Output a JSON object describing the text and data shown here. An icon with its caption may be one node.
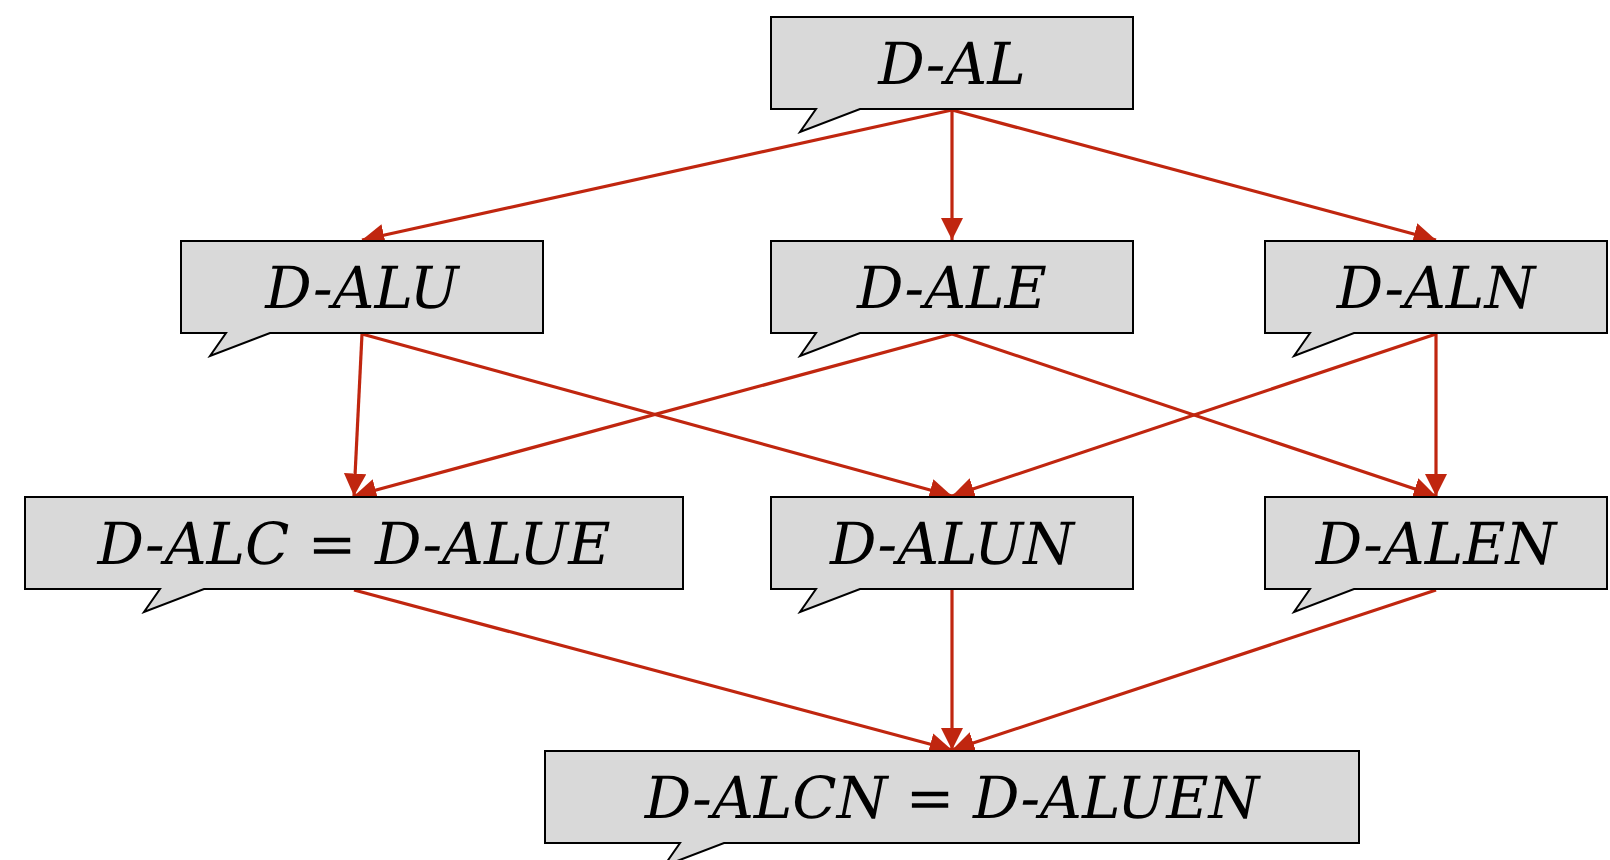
{
  "diagram": {
    "nodes": [
      {
        "text": [
          "D-AL"
        ]
      },
      {
        "text": [
          "D-ALU"
        ]
      },
      {
        "text": [
          "D-ALE"
        ]
      },
      {
        "text": [
          "D-ALN"
        ]
      },
      {
        "text": [
          "D-ALC = D-ALUE"
        ]
      },
      {
        "text": [
          "D-ALUN"
        ]
      },
      {
        "text": [
          "D-ALEN"
        ]
      },
      {
        "text": [
          "D-ALCN = D-ALUEN"
        ]
      }
    ],
    "edges": [
      {
        "from": 0,
        "to": 1,
        "arrow": "to"
      },
      {
        "from": 0,
        "to": 2,
        "arrow": "to"
      },
      {
        "from": 0,
        "to": 3,
        "arrow": "to"
      },
      {
        "from": 1,
        "to": 4,
        "arrow": "to"
      },
      {
        "from": 1,
        "to": 5,
        "arrow": "to"
      },
      {
        "from": 2,
        "to": 4,
        "arrow": "to"
      },
      {
        "from": 2,
        "to": 6,
        "arrow": "to"
      },
      {
        "from": 3,
        "to": 5,
        "arrow": "to"
      },
      {
        "from": 3,
        "to": 6,
        "arrow": "to"
      },
      {
        "from": 4,
        "to": 7,
        "arrow": "to"
      },
      {
        "from": 5,
        "to": 7,
        "arrow": "to"
      },
      {
        "from": 6,
        "to": 7,
        "arrow": "to"
      }
    ]
  }
}
